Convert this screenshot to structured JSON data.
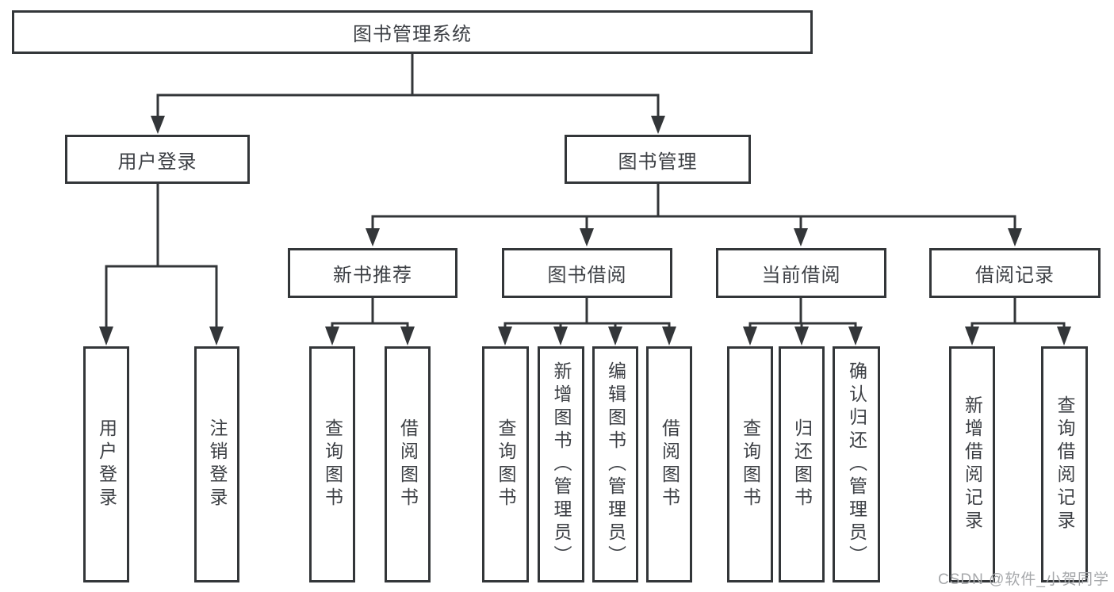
{
  "diagram": {
    "type": "tree",
    "root": {
      "label": "图书管理系统"
    },
    "level2": {
      "user_login": {
        "label": "用户登录"
      },
      "book_mgmt": {
        "label": "图书管理"
      }
    },
    "level3": {
      "new_books": {
        "label": "新书推荐"
      },
      "book_borrow": {
        "label": "图书借阅"
      },
      "current_borrow": {
        "label": "当前借阅"
      },
      "borrow_records": {
        "label": "借阅记录"
      }
    },
    "leaves": {
      "user_login": {
        "label": "用户登录"
      },
      "logout": {
        "label": "注销登录"
      },
      "nb_query": {
        "label": "查询图书"
      },
      "nb_borrow": {
        "label": "借阅图书"
      },
      "bb_query": {
        "label": "查询图书"
      },
      "bb_add": {
        "label": "新增图书（管理员）"
      },
      "bb_edit": {
        "label": "编辑图书（管理员）"
      },
      "bb_borrow": {
        "label": "借阅图书"
      },
      "cb_query": {
        "label": "查询图书"
      },
      "cb_return": {
        "label": "归还图书"
      },
      "cb_confirm": {
        "label": "确认归还（管理员）"
      },
      "br_add": {
        "label": "新增借阅记录"
      },
      "br_query": {
        "label": "查询借阅记录"
      }
    },
    "colors": {
      "background": "#ffffff",
      "border": "#333639",
      "line": "#333639",
      "text": "#3d4045",
      "watermark": "#a6a8ab"
    },
    "watermark": "CSDN @软件_小贺同学"
  }
}
